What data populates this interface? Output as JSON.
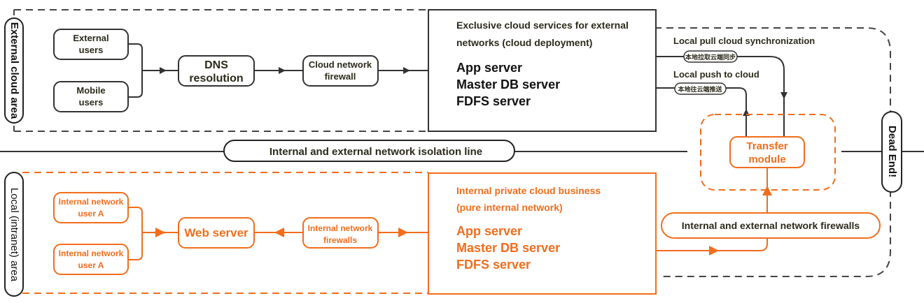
{
  "colors": {
    "dark": "#3a3a3a",
    "orange": "#f26d1b",
    "text_dark": "#2b2a1a"
  },
  "external": {
    "area_label": "External cloud area",
    "external_users": [
      "External",
      "users"
    ],
    "mobile_users": [
      "Mobile",
      "users"
    ],
    "dns": [
      "DNS",
      "resolution"
    ],
    "cloud_firewall": [
      "Cloud network",
      "firewall"
    ],
    "services_title": [
      "Exclusive cloud services for external",
      "networks (cloud deployment)"
    ],
    "servers": [
      "App server",
      "Master DB server",
      "FDFS server"
    ]
  },
  "sync": {
    "pull_label": "Local pull cloud synchronization",
    "pull_tag": "本地拉取云端同步",
    "push_label": "Local push to cloud",
    "push_tag": "本地往云端推送"
  },
  "isolation_line": "Internal and external network isolation line",
  "transfer_module": [
    "Transfer",
    "module"
  ],
  "dead_end": "Dead End!",
  "internal": {
    "area_label": "Local (intranet) area",
    "user_a1": [
      "Internal network",
      "user A"
    ],
    "user_a2": [
      "Internal network",
      "user A"
    ],
    "web_server": "Web server",
    "internal_firewalls": [
      "Internal network",
      "firewalls"
    ],
    "services_title": [
      "Internal private cloud business",
      "(pure internal network)"
    ],
    "servers": [
      "App server",
      "Master DB server",
      "FDFS server"
    ],
    "ie_firewalls": "Internal and external network firewalls"
  }
}
